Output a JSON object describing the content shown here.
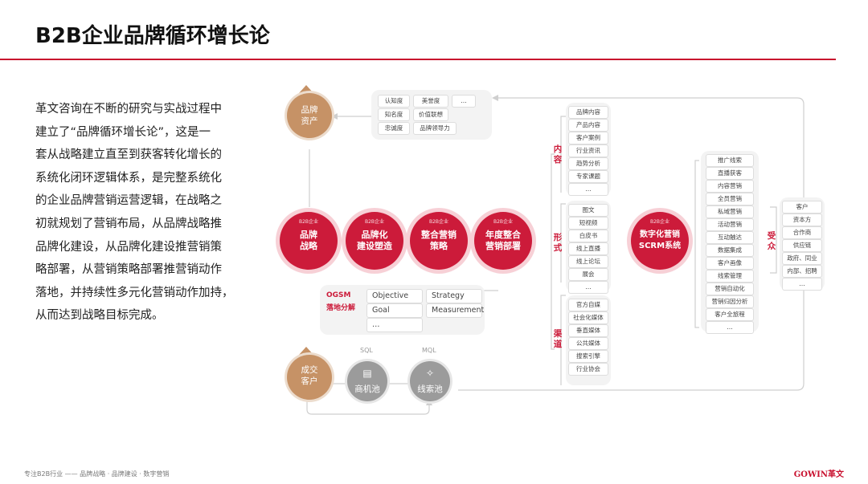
{
  "title": "B2B企业品牌循环增长论",
  "intro_lines": [
    "革文咨询在不断的研究与实战过程中",
    "建立了“品牌循环增长论”，这是一",
    "套从战略建立直至到获客转化增长的",
    "系统化闭环逻辑体系，是完整系统化",
    "的企业品牌营销运营逻辑，在战略之",
    "初就规划了营销布局，从品牌战略推",
    "品牌化建设，从品牌化建设推营销策",
    "略部署，从营销策略部署推营销动作",
    "落地，并持续性多元化营销动作加持，",
    "从而达到战略目标完成。"
  ],
  "diagram": {
    "brand_asset": {
      "label_l1": "品牌",
      "label_l2": "资产"
    },
    "awareness_tags": [
      "认知度",
      "美誉度",
      "…",
      "知名度",
      "价值联想",
      "忠诚度",
      "品牌领导力"
    ],
    "strategies": [
      {
        "tag": "B2B企业",
        "l1": "品牌",
        "l2": "战略"
      },
      {
        "tag": "B2B企业",
        "l1": "品牌化",
        "l2": "建设塑造"
      },
      {
        "tag": "B2B企业",
        "l1": "整合营销",
        "l2": "策略"
      },
      {
        "tag": "B2B企业",
        "l1": "年度整合",
        "l2": "营销部署"
      },
      {
        "tag": "B2B企业",
        "l1": "数字化营销",
        "l2": "SCRM系统"
      }
    ],
    "ogsm": {
      "label_l1": "OGSM",
      "label_l2": "落地分解",
      "items": [
        "Objective",
        "Strategy",
        "Goal",
        "Measurement",
        "…"
      ]
    },
    "content_label": "内容",
    "content_items": [
      "品牌内容",
      "产品内容",
      "客户案例",
      "行业资讯",
      "趋势分析",
      "专家课题",
      "…"
    ],
    "form_label": "形式",
    "form_items": [
      "图文",
      "短视频",
      "白皮书",
      "线上直播",
      "线上论坛",
      "展会",
      "…"
    ],
    "channel_label": "渠道",
    "channel_items": [
      "官方自媒",
      "社会化媒体",
      "垂直媒体",
      "公共媒体",
      "搜索引擎",
      "行业协会"
    ],
    "scrm_items": [
      "推广线索",
      "直播获客",
      "内容营销",
      "全员营销",
      "私域营销",
      "活动营销",
      "互动触达",
      "数据集成",
      "客户画像",
      "线索管理",
      "营销自动化",
      "营销归因分析",
      "客户全旅程",
      "…"
    ],
    "audience_label": "受众",
    "audience_items": [
      "客户",
      "资本方",
      "合作商",
      "供应链",
      "政府、同业",
      "内部、招聘",
      "…"
    ],
    "sql_caption": "SQL",
    "mql_caption": "MQL",
    "opportunity_pool": "商机池",
    "lead_pool": "线索池",
    "converted": {
      "label_l1": "成交",
      "label_l2": "客户"
    }
  },
  "colors": {
    "accent": "#cc1b3a",
    "gold": "#c69266",
    "gray": "#9b9b9b"
  },
  "footer": {
    "left": "专注B2B行业 —— 品牌战略 · 品牌建设 · 数字营销",
    "right": "GOWIN革文"
  }
}
